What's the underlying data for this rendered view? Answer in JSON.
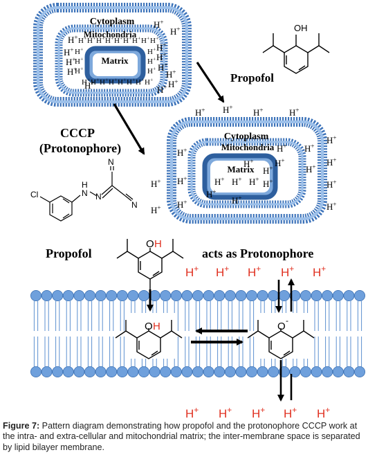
{
  "diagram": {
    "cell1": {
      "cytoplasm_label": "Cytoplasm",
      "mitochondria_label": "Mitochondria",
      "matrix_label": "Matrix"
    },
    "cell2": {
      "cytoplasm_label": "Cytoplasm",
      "mitochondria_label": "Mitochondria",
      "matrix_label": "Matrix"
    },
    "propofol_structure": {
      "oh_label": "OH",
      "drug_label": "Propofol"
    },
    "cccp": {
      "title_line1": "CCCP",
      "title_line2": "(Protonophore)",
      "atom_cl": "Cl",
      "atom_h": "H",
      "atom_n1": "N",
      "atom_n2": "N",
      "atom_n3": "N",
      "atom_n4": "N"
    },
    "proton": {
      "symbol": "H",
      "charge": "+"
    },
    "bilayer_panel": {
      "propofol_label": "Propofol",
      "acts_label": "acts as Protonophore",
      "o_label": "O",
      "h_label": "H",
      "anion_o": "O",
      "anion_charge": "-"
    }
  },
  "caption": {
    "label": "Figure 7:",
    "text": " Pattern diagram demonstrating how propofol and the protonophore CCCP work at the intra- and extra-cellular and mitochondrial matrix; the inter-membrane space is separated by lipid bilayer membrane."
  },
  "colors": {
    "membrane_blue": "#5b8fd0",
    "membrane_dark": "#2e5f9e",
    "proton_red": "#e03020",
    "black": "#000000"
  }
}
